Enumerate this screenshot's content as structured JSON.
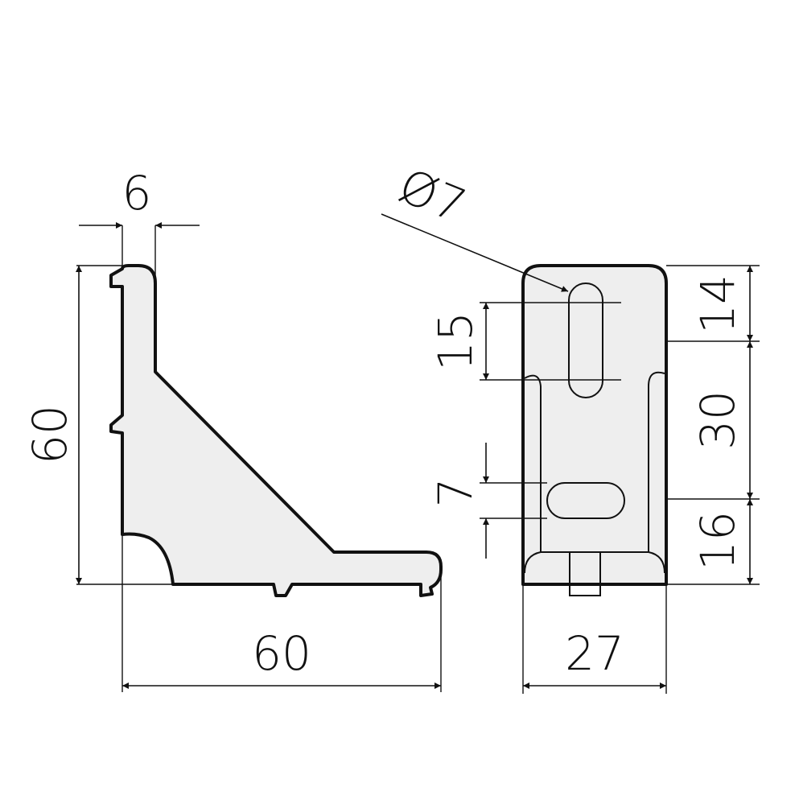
{
  "side_view": {
    "thickness_label": "6",
    "height_label": "60",
    "width_label": "60"
  },
  "front_view": {
    "hole_diameter_label": "Ø7",
    "slot_length_label": "15",
    "slot_width_label": "7",
    "top_offset_label": "14",
    "hole_spacing_label": "30",
    "bottom_offset_label": "16",
    "width_label": "27"
  }
}
